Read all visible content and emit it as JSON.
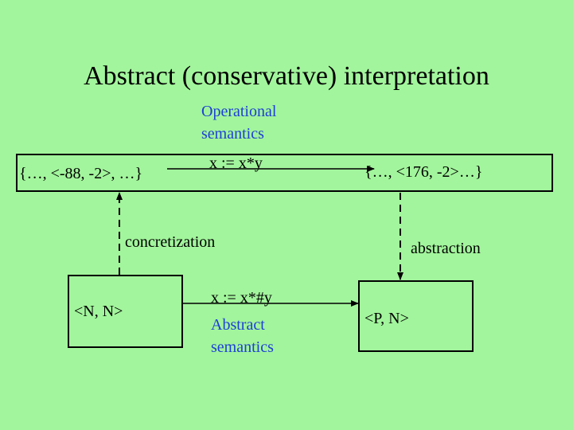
{
  "title": "Abstract (conservative) interpretation",
  "top_right_caption": [
    "Operational",
    "semantics"
  ],
  "concrete_op": "x := x*y",
  "left_concrete_set": "{…, <-88, -2>, …}",
  "right_concrete_set": "{…, <176, -2>…}",
  "concretization_label": "concretization",
  "abstraction_label": "abstraction",
  "left_abstract_value": "<N, N>",
  "abstract_op": "x := x*#y",
  "bottom_caption": [
    "Abstract",
    "semantics"
  ],
  "right_abstract_value": "<P, N>",
  "colors": {
    "background": "#a2f59c",
    "caption": "#1d3fd6",
    "lines": "#000000"
  }
}
